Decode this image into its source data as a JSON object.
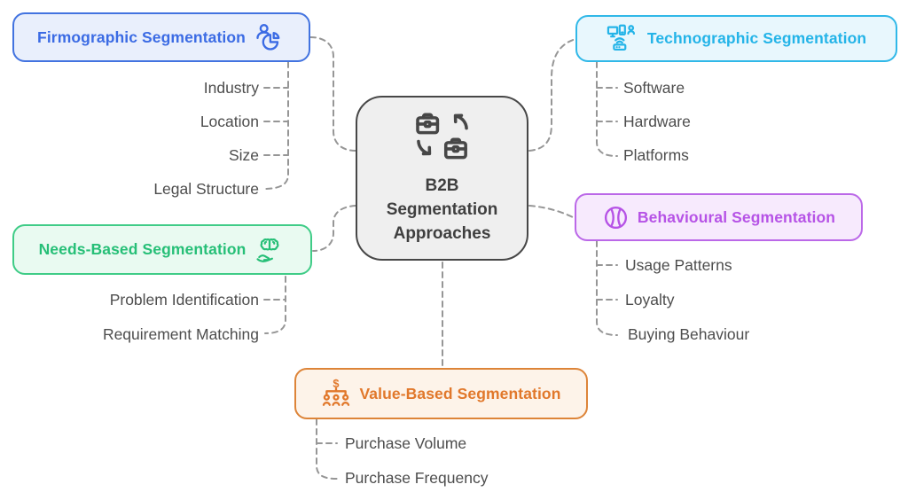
{
  "title": "B2B Segmentation Approaches mind map",
  "center": {
    "lines": [
      "B2B",
      "Segmentation",
      "Approaches"
    ],
    "icon": "briefcase-exchange-icon",
    "fill": "#efefef",
    "border": "#474747",
    "text_color": "#3f3f3f"
  },
  "connector_color": "#969696",
  "child_label_color": "#4d4d4d",
  "branches": [
    {
      "id": "firmographic",
      "label": "Firmographic Segmentation",
      "icon": "user-pie-chart-icon",
      "text_color": "#3b6be4",
      "border_color": "#4273e0",
      "fill_color": "#e9effc",
      "children": [
        "Industry",
        "Location",
        "Size",
        "Legal Structure"
      ]
    },
    {
      "id": "technographic",
      "label": "Technographic Segmentation",
      "icon": "devices-network-icon",
      "text_color": "#24b4e8",
      "border_color": "#30b8e8",
      "fill_color": "#e8f7fd",
      "children": [
        "Software",
        "Hardware",
        "Platforms"
      ]
    },
    {
      "id": "needs-based",
      "label": "Needs-Based Segmentation",
      "icon": "hand-holding-brain-icon",
      "text_color": "#26bf77",
      "border_color": "#3fcc87",
      "fill_color": "#e9faf1",
      "children": [
        "Problem Identification",
        "Requirement Matching"
      ]
    },
    {
      "id": "behavioural",
      "label": "Behavioural Segmentation",
      "icon": "ball-icon",
      "text_color": "#b653e6",
      "border_color": "#bb68e8",
      "fill_color": "#f7eafd",
      "children": [
        "Usage Patterns",
        "Loyalty",
        "Buying Behaviour"
      ]
    },
    {
      "id": "value-based",
      "label": "Value-Based Segmentation",
      "icon": "dollar-org-chart-icon",
      "text_color": "#e1782b",
      "border_color": "#dd8438",
      "fill_color": "#fdf3e9",
      "children": [
        "Purchase Volume",
        "Purchase Frequency"
      ]
    }
  ]
}
